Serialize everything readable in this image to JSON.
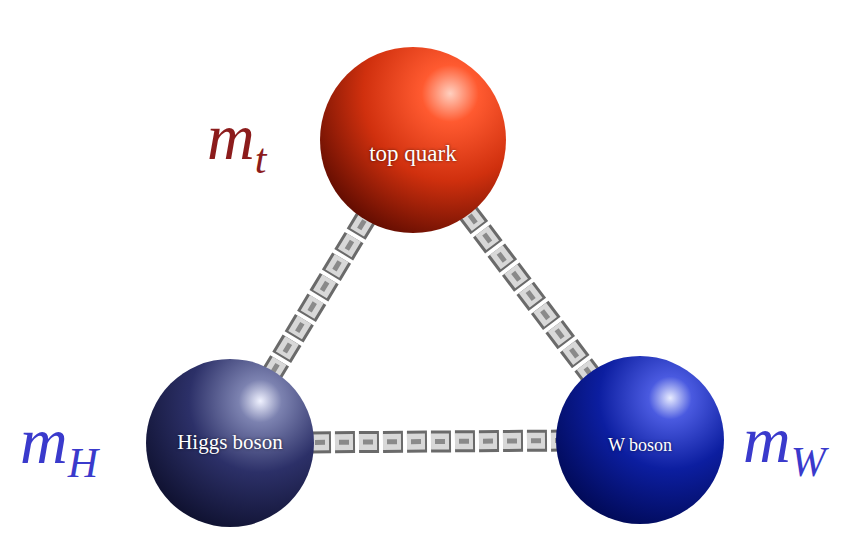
{
  "diagram": {
    "nodes": [
      {
        "text": [
          "m",
          "t",
          "top quark"
        ]
      },
      {
        "text": [
          "m",
          "H",
          "Higgs boson"
        ]
      },
      {
        "text": [
          "m",
          "W",
          "W boson"
        ]
      }
    ],
    "edges": [
      {
        "from": 0,
        "to": 1,
        "arrow": "none"
      },
      {
        "from": 0,
        "to": 2,
        "arrow": "none"
      },
      {
        "from": 1,
        "to": 2,
        "arrow": "none"
      }
    ]
  }
}
